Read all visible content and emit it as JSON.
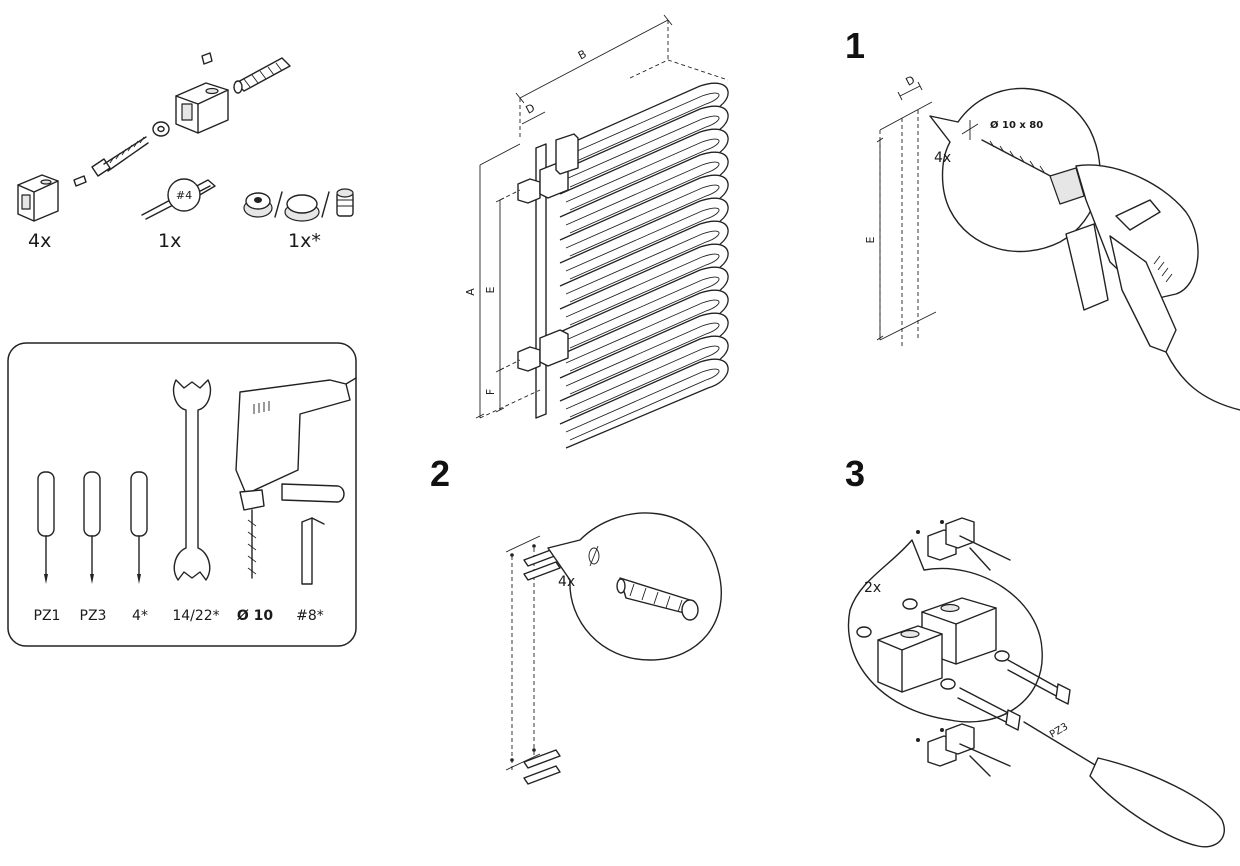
{
  "parts": {
    "qty_brackets": "4x",
    "qty_key": "1x",
    "key_size": "#4",
    "qty_valves": "1x*"
  },
  "tools": {
    "items": [
      {
        "label": "PZ1"
      },
      {
        "label": "PZ3"
      },
      {
        "label": "4*"
      },
      {
        "label": "14/22*"
      },
      {
        "label": "Ø 10"
      },
      {
        "label": "#8*"
      }
    ]
  },
  "dimensions": {
    "a": "A",
    "b": "B",
    "d": "D",
    "e": "E",
    "f": "F"
  },
  "step1": {
    "number": "1",
    "dim_d": "D",
    "dim_e": "E",
    "drill_size": "Ø 10 x 80",
    "qty": "4x"
  },
  "step2": {
    "number": "2",
    "qty": "4x"
  },
  "step3": {
    "number": "3",
    "qty": "2x",
    "screwdriver": "PZ3"
  }
}
